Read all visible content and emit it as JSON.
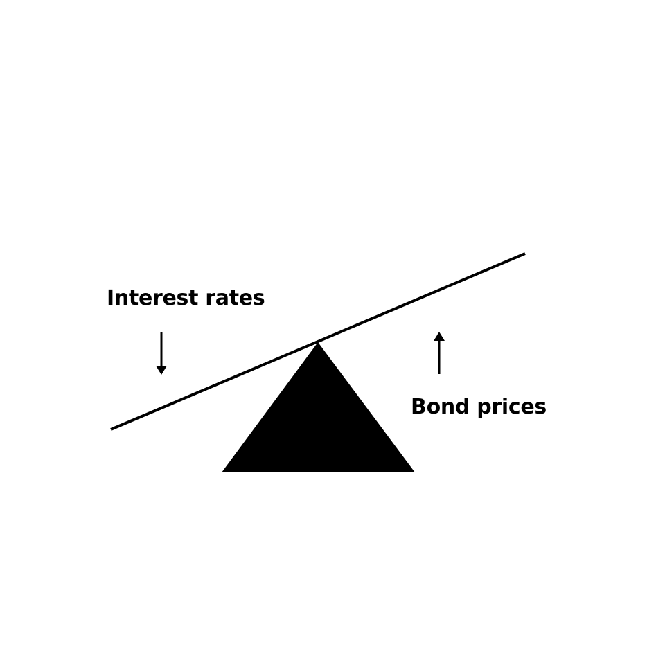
{
  "labels": {
    "left": "Interest rates",
    "right": "Bond prices"
  },
  "arrows": {
    "left": "down-arrow",
    "right": "up-arrow"
  },
  "colors": {
    "ink": "#000000",
    "background": "#ffffff"
  }
}
